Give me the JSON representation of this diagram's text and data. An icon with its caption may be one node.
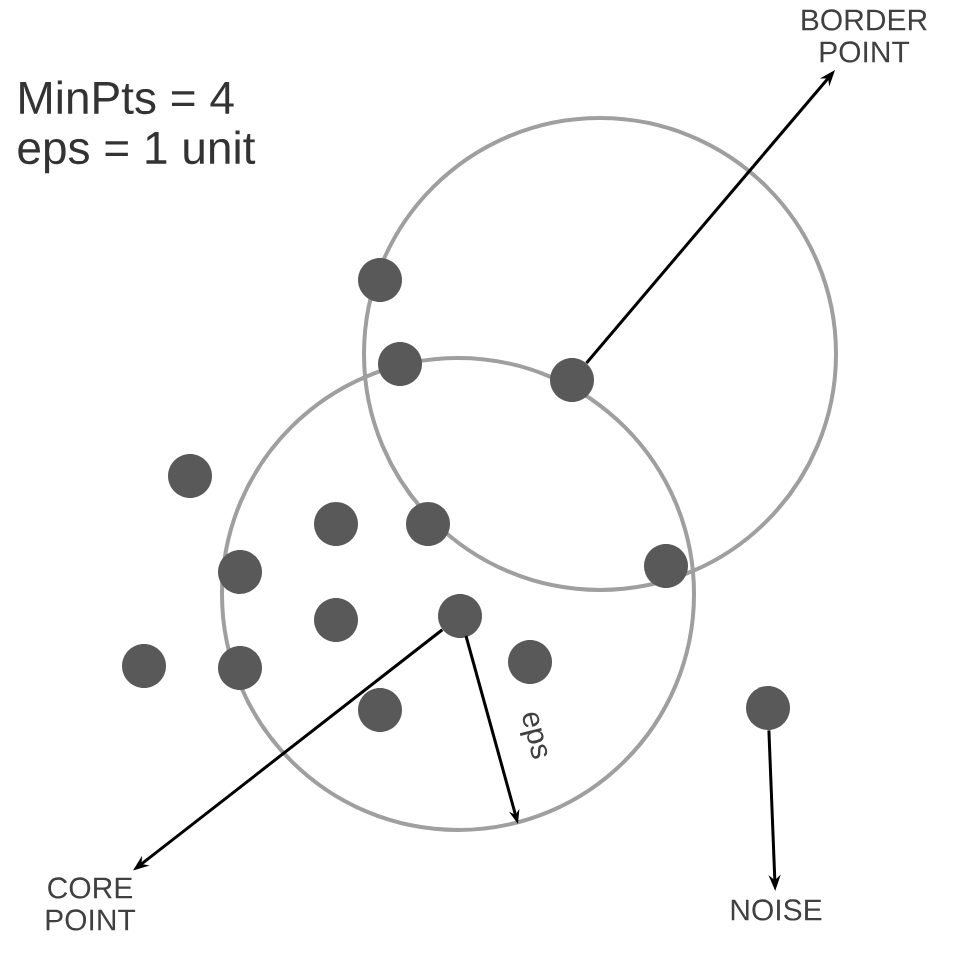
{
  "diagram": {
    "nodes": [
      {
        "text": [
          "BORDER POINT"
        ]
      },
      {
        "text": [],
        "shape": "circle"
      },
      {
        "text": [],
        "shape": "circle"
      },
      {
        "text": [],
        "shape": "circle"
      },
      {
        "text": [],
        "shape": "circle"
      },
      {
        "text": [],
        "shape": "circle"
      },
      {
        "text": [],
        "shape": "circle"
      },
      {
        "text": [],
        "shape": "circle"
      },
      {
        "text": [],
        "shape": "circle"
      },
      {
        "text": [],
        "shape": "circle"
      },
      {
        "text": [],
        "shape": "circle"
      },
      {
        "text": [],
        "shape": "circle"
      },
      {
        "text": [],
        "shape": "circle"
      },
      {
        "text": [],
        "shape": "circle"
      },
      {
        "text": [],
        "shape": "circle"
      },
      {
        "text": [],
        "shape": "circle"
      },
      {
        "text": [
          "CORE POINT"
        ]
      },
      {
        "text": [
          "NOISE"
        ]
      }
    ],
    "edges": [
      {
        "from": 3,
        "to": 0,
        "arrow": "to"
      },
      {
        "from": 10,
        "to": 16,
        "arrow": "to"
      },
      {
        "from": 15,
        "to": 17,
        "arrow": "to"
      }
    ],
    "labels": [
      "MinPts = 4",
      "eps = 1 unit",
      "eps"
    ]
  }
}
